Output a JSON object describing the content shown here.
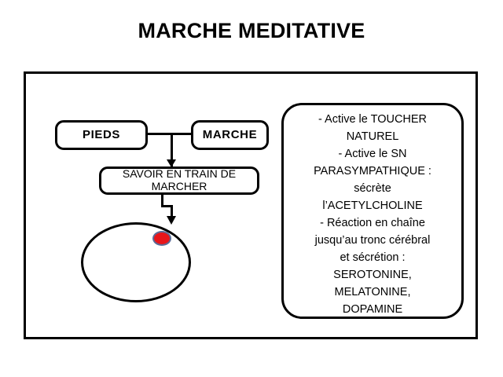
{
  "slide": {
    "title": "MARCHE MEDITATIVE",
    "background_color": "#ffffff",
    "line_color": "#000000"
  },
  "diagram": {
    "nodes": {
      "pieds": "PIEDS",
      "marche": "MARCHE",
      "savoir": "SAVOIR EN TRAIN DE MARCHER"
    },
    "head": {
      "shape_name": "head-ellipse",
      "point_color": "#e8161a",
      "point_border_color": "#5c6b96"
    }
  },
  "effects_panel": {
    "lines": [
      "- Active le TOUCHER",
      "NATUREL",
      "- Active le SN",
      "PARASYMPATHIQUE :",
      "sécrète",
      "l’ACETYLCHOLINE",
      "- Réaction en chaîne",
      "jusqu’au tronc cérébral",
      "et sécrétion :",
      "SEROTONINE,",
      "MELATONINE,",
      "DOPAMINE"
    ]
  }
}
